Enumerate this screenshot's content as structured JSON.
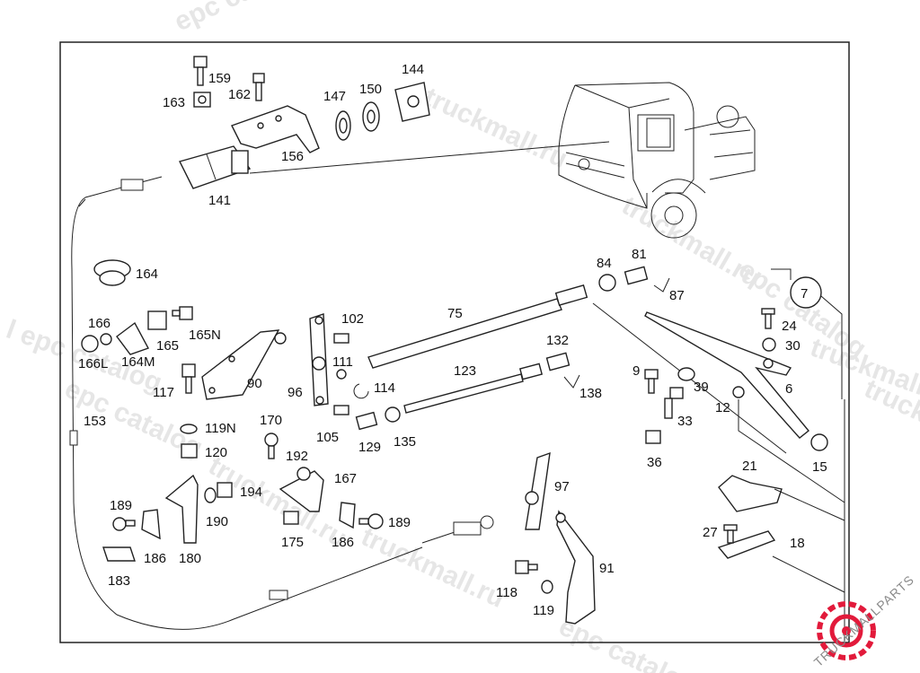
{
  "labels": [
    "159",
    "163",
    "162",
    "147",
    "150",
    "144",
    "156",
    "141",
    "164",
    "166",
    "165",
    "165N",
    "166L",
    "164M",
    "117",
    "90",
    "119N",
    "120",
    "153",
    "102",
    "75",
    "111",
    "96",
    "114",
    "105",
    "129",
    "135",
    "123",
    "132",
    "138",
    "84",
    "81",
    "87",
    "7",
    "24",
    "30",
    "6",
    "9",
    "39",
    "33",
    "36",
    "12",
    "15",
    "170",
    "192",
    "167",
    "194",
    "190",
    "189",
    "186",
    "180",
    "183",
    "175",
    "97",
    "91",
    "118",
    "119",
    "21",
    "27",
    "18"
  ],
  "watermarks": [
    "epc catalog",
    "truckmall.ru",
    "truckmall.ru",
    "epc catalog",
    "l epc catalog",
    "truckmall.ru",
    "epc catalog",
    "truckmall.ru",
    "truckmall.ru",
    "epc catalog",
    "truckmall.ru"
  ],
  "brand": {
    "text": "TRUCKMALLPARTS",
    "accent": "#e21a3b"
  }
}
